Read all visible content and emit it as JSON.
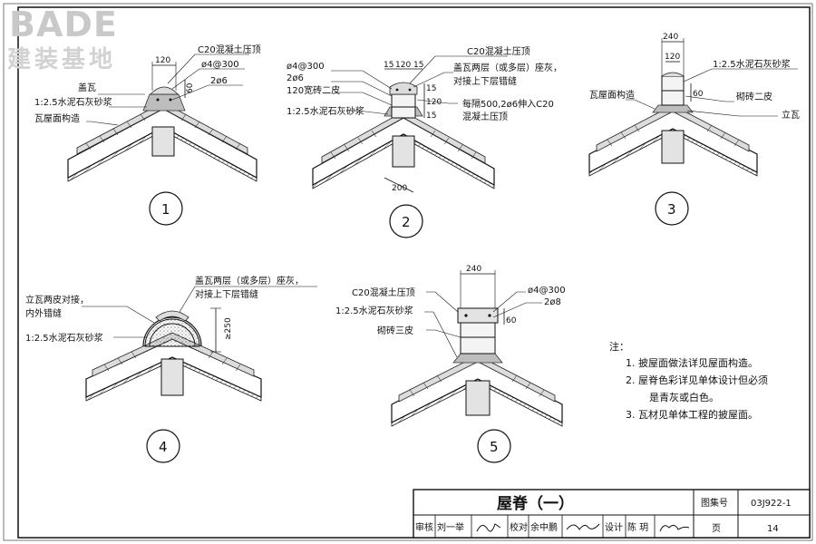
{
  "watermark": {
    "brand": "BADE",
    "chinese": "建装基地"
  },
  "details": [
    {
      "number": "1",
      "labels": [
        "C20混凝土压顶",
        "ø4@300",
        "2ø6",
        "盖瓦",
        "1:2.5水泥石灰砂浆",
        "瓦屋面构造"
      ],
      "dims": [
        "120",
        "60"
      ]
    },
    {
      "number": "2",
      "labels": [
        "C20混凝土压顶",
        "盖瓦两层（或多层）座灰，",
        "对接上下层错缝",
        "ø4@300",
        "2ø6",
        "120宽砖二皮",
        "每隔500,2ø6伸入C20",
        "混凝土压顶",
        "1:2.5水泥石灰砂浆"
      ],
      "dims": [
        "15",
        "120",
        "15",
        "15",
        "120",
        "15",
        "200"
      ]
    },
    {
      "number": "3",
      "labels": [
        "1:2.5水泥石灰砂浆",
        "瓦屋面构造",
        "砌砖二皮",
        "立瓦"
      ],
      "dims": [
        "240",
        "120",
        "60"
      ]
    },
    {
      "number": "4",
      "labels": [
        "盖瓦两层（或多层）座灰，",
        "对接上下层错缝",
        "立瓦两皮对接，",
        "内外错缝",
        "1:2.5水泥石灰砂浆"
      ],
      "dims": [
        "≥250"
      ]
    },
    {
      "number": "5",
      "labels": [
        "C20混凝土压顶",
        "ø4@300",
        "2ø8",
        "1:2.5水泥石灰砂浆",
        "砌砖三皮"
      ],
      "dims": [
        "240",
        "60"
      ]
    }
  ],
  "notes": {
    "heading": "注：",
    "items": [
      "1.  披屋面做法详见屋面构造。",
      "2.  屋脊色彩详见单体设计但必须",
      "是青灰或白色。",
      "3.  瓦材见单体工程的披屋面。"
    ]
  },
  "title_block": {
    "title": "屋脊（一）",
    "atlas_label": "图集号",
    "atlas_no": "03J922-1",
    "page_label": "页",
    "page_no": "14",
    "review_label": "审核",
    "reviewer": "刘一举",
    "check_label": "校对",
    "checker": "余中鹏",
    "design_label": "设计",
    "designer": "陈 玥"
  }
}
